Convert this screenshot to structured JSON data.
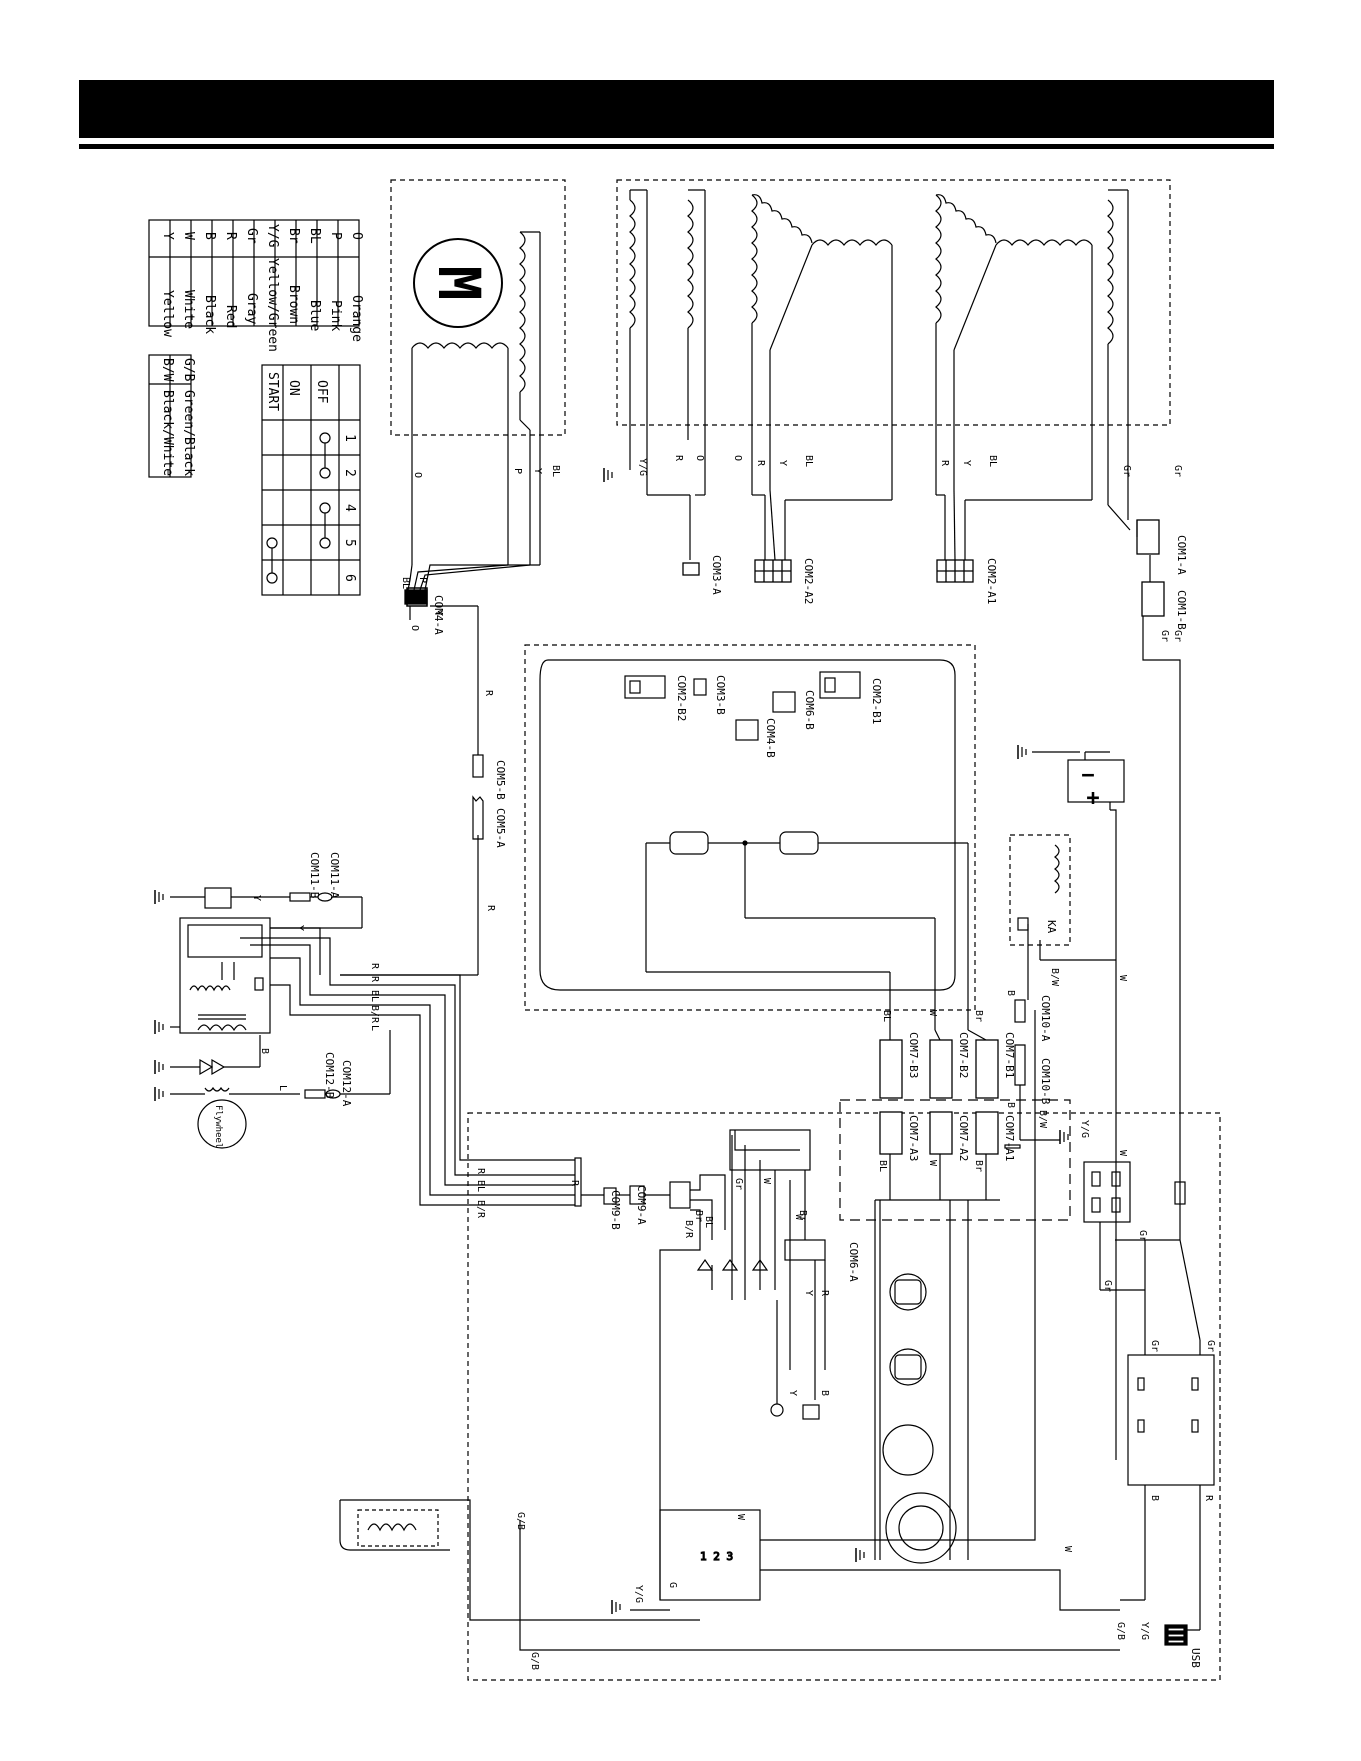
{
  "color_legend": [
    {
      "code": "O",
      "name": "Orange"
    },
    {
      "code": "P",
      "name": "Pink"
    },
    {
      "code": "BL",
      "name": "Blue"
    },
    {
      "code": "Br",
      "name": "Brown"
    },
    {
      "code": "Y/G",
      "name": "Yellow/Green"
    },
    {
      "code": "Gr",
      "name": "Gray"
    },
    {
      "code": "R",
      "name": "Red"
    },
    {
      "code": "B",
      "name": "Black"
    },
    {
      "code": "W",
      "name": "White"
    },
    {
      "code": "Y",
      "name": "Yellow"
    }
  ],
  "color_legend_extra": [
    {
      "code": "G/B",
      "name": "Green/Black"
    },
    {
      "code": "B/W",
      "name": "Black/White"
    }
  ],
  "switch_table": {
    "columns": [
      "1",
      "2",
      "4",
      "5",
      "6"
    ],
    "rows": [
      "OFF",
      "ON",
      "START"
    ]
  },
  "motor_symbol": "M",
  "flywheel_label": "Flywheel",
  "connectors": {
    "com1a": "COM1-A",
    "com1b": "COM1-B",
    "com2a1": "COM2-A1",
    "com2a2": "COM2-A2",
    "com2b1": "COM2-B1",
    "com2b2": "COM2-B2",
    "com3a": "COM3-A",
    "com3b": "COM3-B",
    "com4a": "COM4-A",
    "com4b": "COM4-B",
    "com5a": "COM5-A",
    "com5b": "COM5-B",
    "com6a": "COM6-A",
    "com6b": "COM6-B",
    "com7a1": "COM7-A1",
    "com7a2": "COM7-A2",
    "com7a3": "COM7-A3",
    "com7b1": "COM7-B1",
    "com7b2": "COM7-B2",
    "com7b3": "COM7-B3",
    "com9a": "COM9-A",
    "com9b": "COM9-B",
    "com10a": "COM10-A",
    "com10b": "COM10-B",
    "com11a": "COM11-A",
    "com11b": "COM11-B",
    "com12a": "COM12-A",
    "com12b": "COM12-B",
    "usb": "USB",
    "relay": "KA"
  },
  "wire_labels": {
    "o": "O",
    "p": "P",
    "y": "Y",
    "bl": "BL",
    "r": "R",
    "b": "B",
    "w": "W",
    "gr": "Gr",
    "br": "Br",
    "yg": "Y/G",
    "gb": "G/B",
    "bw": "B/W",
    "br_r": "B/R",
    "l": "L",
    "g": "G"
  },
  "battery_symbols": {
    "minus": "−",
    "plus": "+"
  }
}
